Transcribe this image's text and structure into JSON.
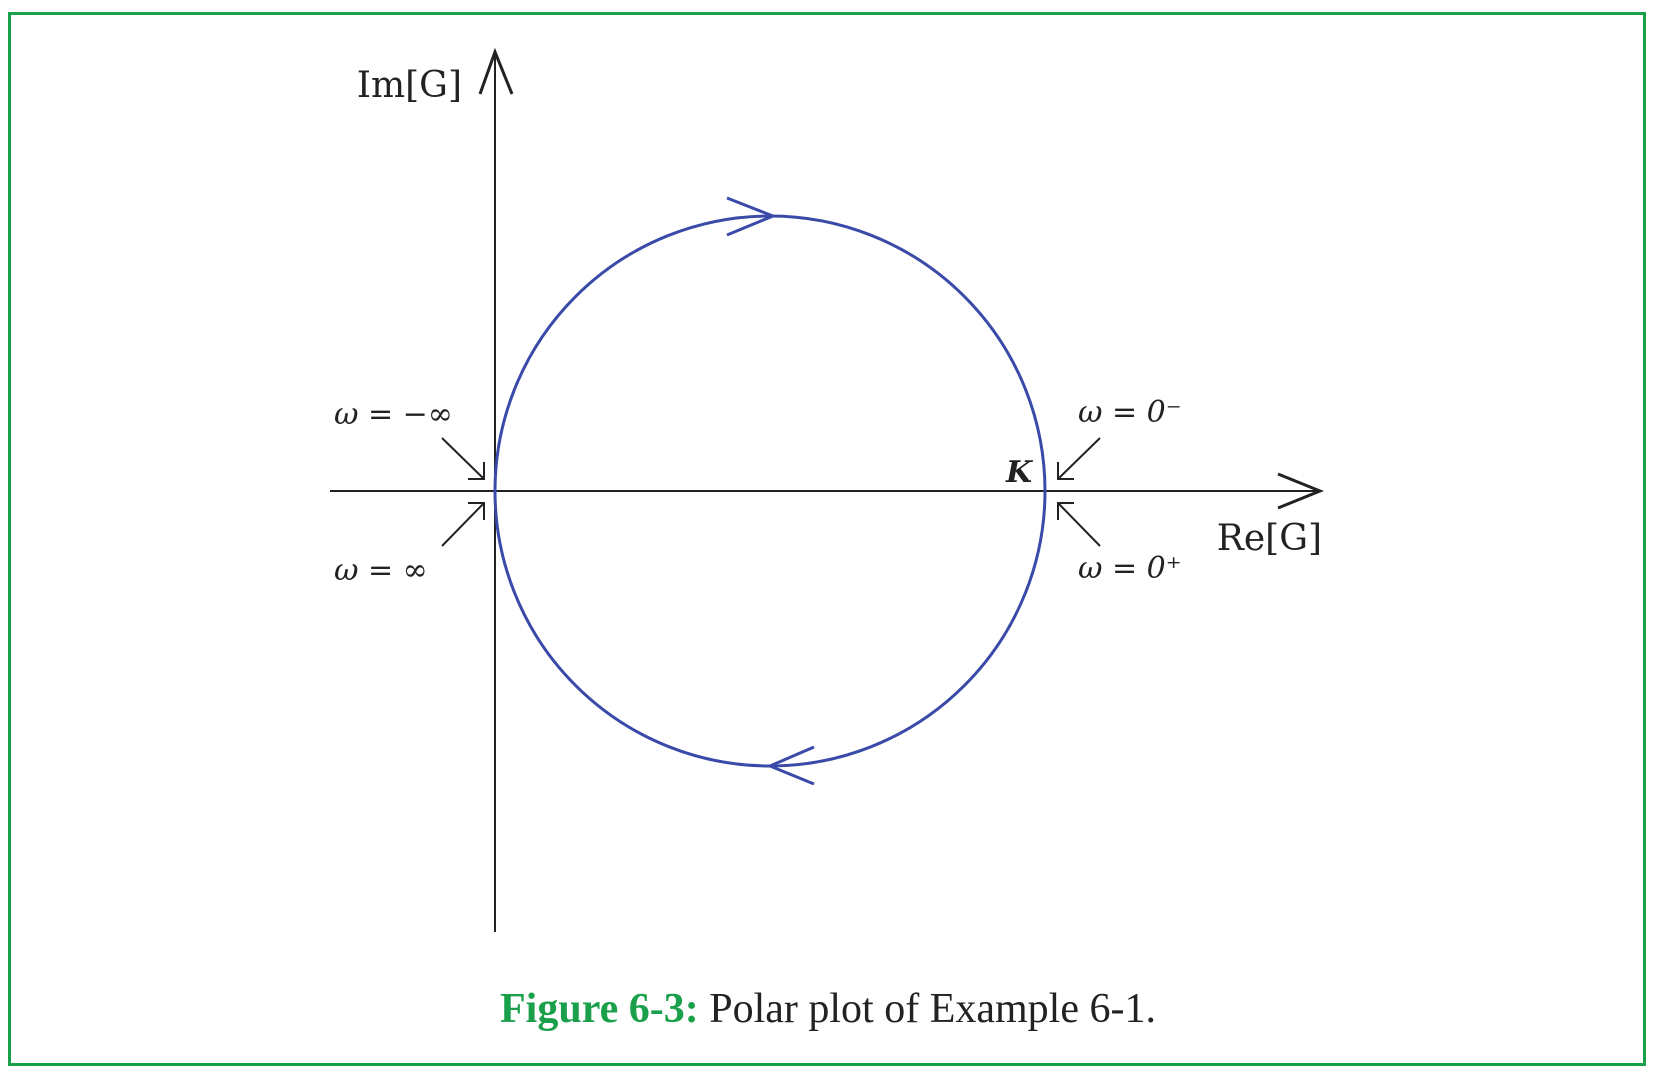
{
  "axes": {
    "imaginary_label": "Im[G]",
    "real_label": "Re[G]"
  },
  "annotations": {
    "w_neg_inf": "ω = −∞",
    "w_pos_inf": "ω = ∞",
    "w_0_minus": "ω = 0⁻",
    "w_0_plus": "ω = 0⁺",
    "k_label": "K"
  },
  "caption": {
    "figure": "Figure 6-3:",
    "text": "Polar plot of Example 6-1."
  },
  "colors": {
    "curve": "#3a4aa8",
    "caption_accent": "#1aa04a",
    "frame": "#1aa04a"
  }
}
